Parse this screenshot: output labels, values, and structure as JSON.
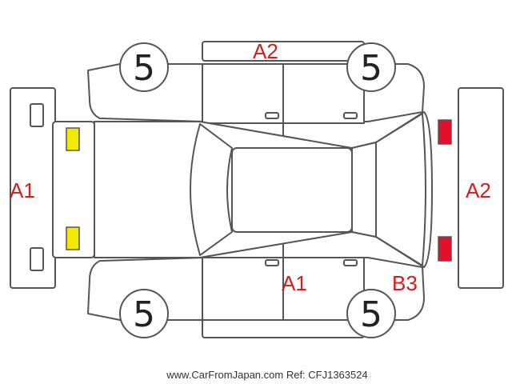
{
  "tires": {
    "front_left": "5",
    "rear_left": "5",
    "front_right": "5",
    "rear_right": "5"
  },
  "damage_codes": {
    "front_bumper": "A1",
    "rear_bumper": "A2",
    "left_side_roof": "A2",
    "right_side_door": "A1",
    "right_rear_quarter": "B3"
  },
  "lamps": {
    "front": {
      "count": 2,
      "color": "#f2ea00"
    },
    "rear": {
      "count": 2,
      "color": "#e2102c"
    }
  },
  "footer": "www.CarFromJapan.com Ref: CFJ1363524"
}
